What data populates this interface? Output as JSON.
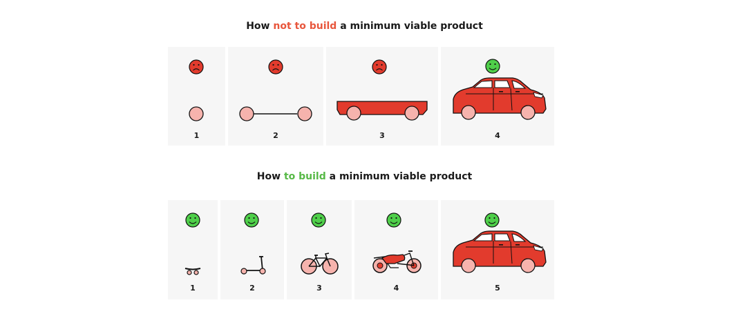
{
  "top": {
    "title_pre": "How ",
    "title_hl": "not to build",
    "title_post": " a minimum viable product",
    "steps": [
      "1",
      "2",
      "3",
      "4"
    ]
  },
  "bottom": {
    "title_pre": "How ",
    "title_hl": "to build",
    "title_post": " a minimum viable product",
    "steps": [
      "1",
      "2",
      "3",
      "4",
      "5"
    ]
  },
  "colors": {
    "sad_face": "#e23b2d",
    "happy_face": "#4fcf4a",
    "vehicle_red": "#e23b2d",
    "wheel_pink": "#f6b3ad",
    "highlight_bad": "#e8563c",
    "highlight_good": "#57b947",
    "panel_bg": "#f6f6f6"
  }
}
